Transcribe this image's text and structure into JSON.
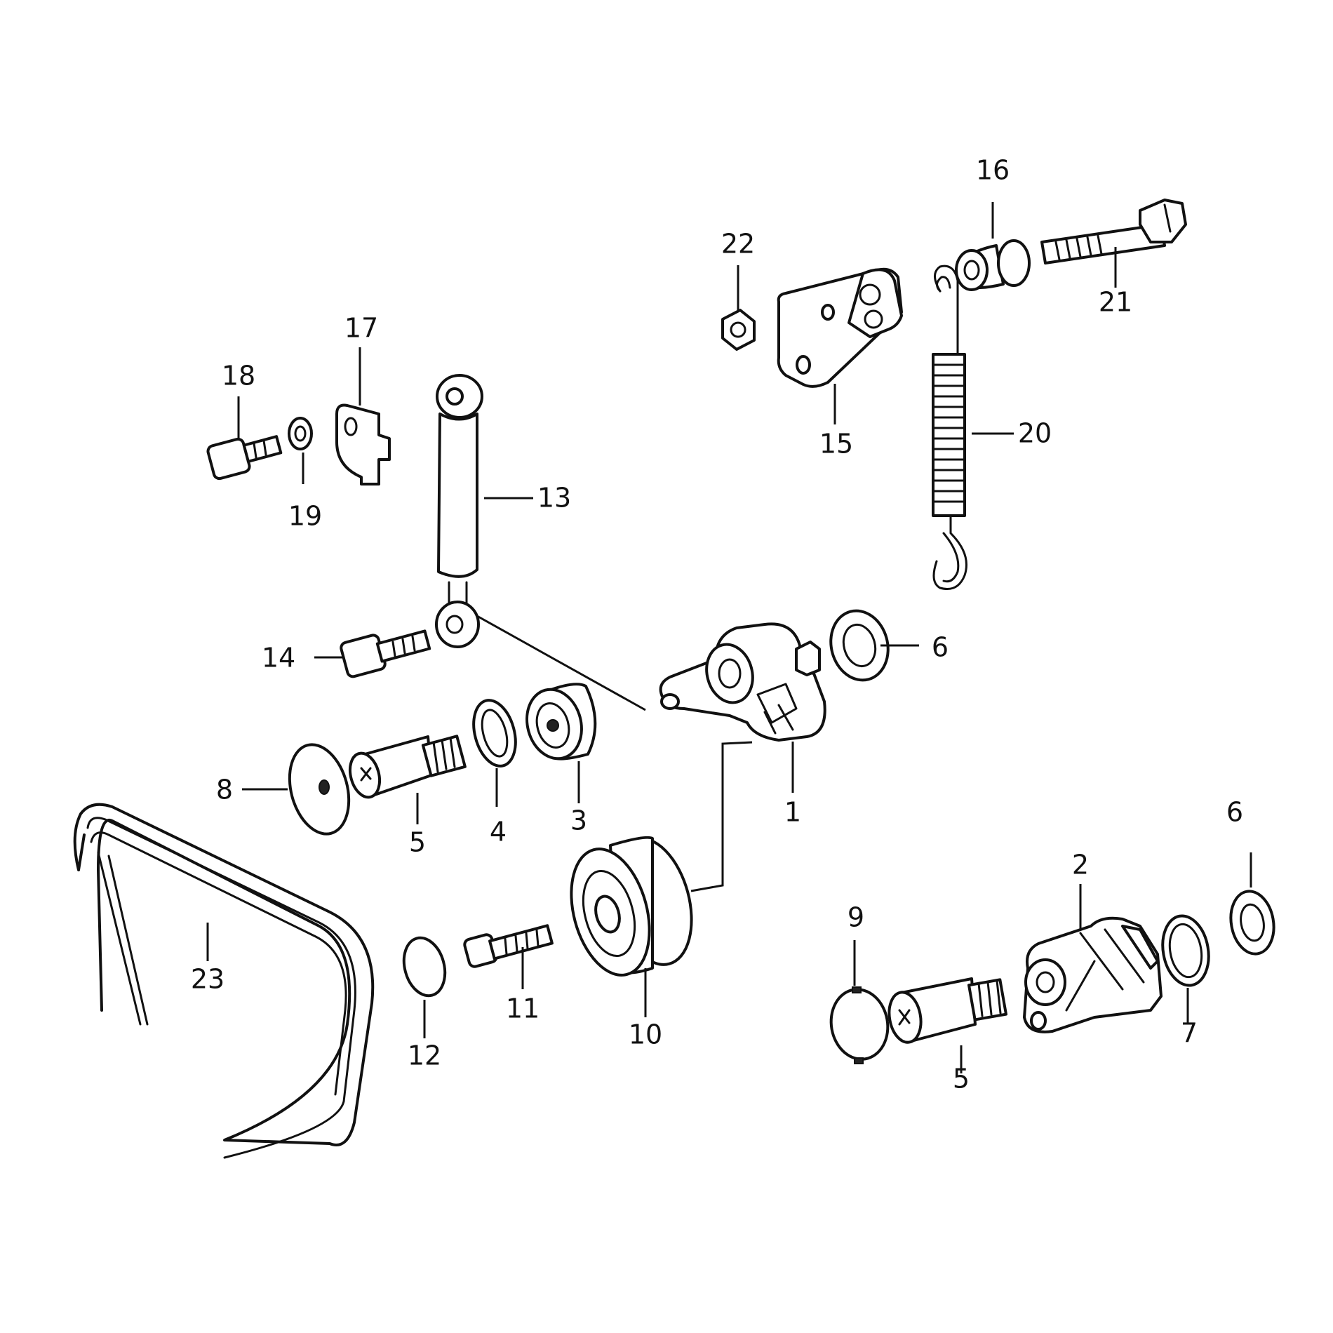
{
  "diagram": {
    "background": "#ffffff",
    "line_color": "#111111",
    "callouts": {
      "c1": "1",
      "c2": "2",
      "c3": "3",
      "c4": "4",
      "c5a": "5",
      "c5b": "5",
      "c6a": "6",
      "c6b": "6",
      "c7": "7",
      "c8": "8",
      "c9": "9",
      "c10": "10",
      "c11": "11",
      "c12": "12",
      "c13": "13",
      "c14": "14",
      "c15": "15",
      "c16": "16",
      "c17": "17",
      "c18": "18",
      "c19": "19",
      "c20": "20",
      "c21": "21",
      "c22": "22",
      "c23": "23"
    }
  }
}
